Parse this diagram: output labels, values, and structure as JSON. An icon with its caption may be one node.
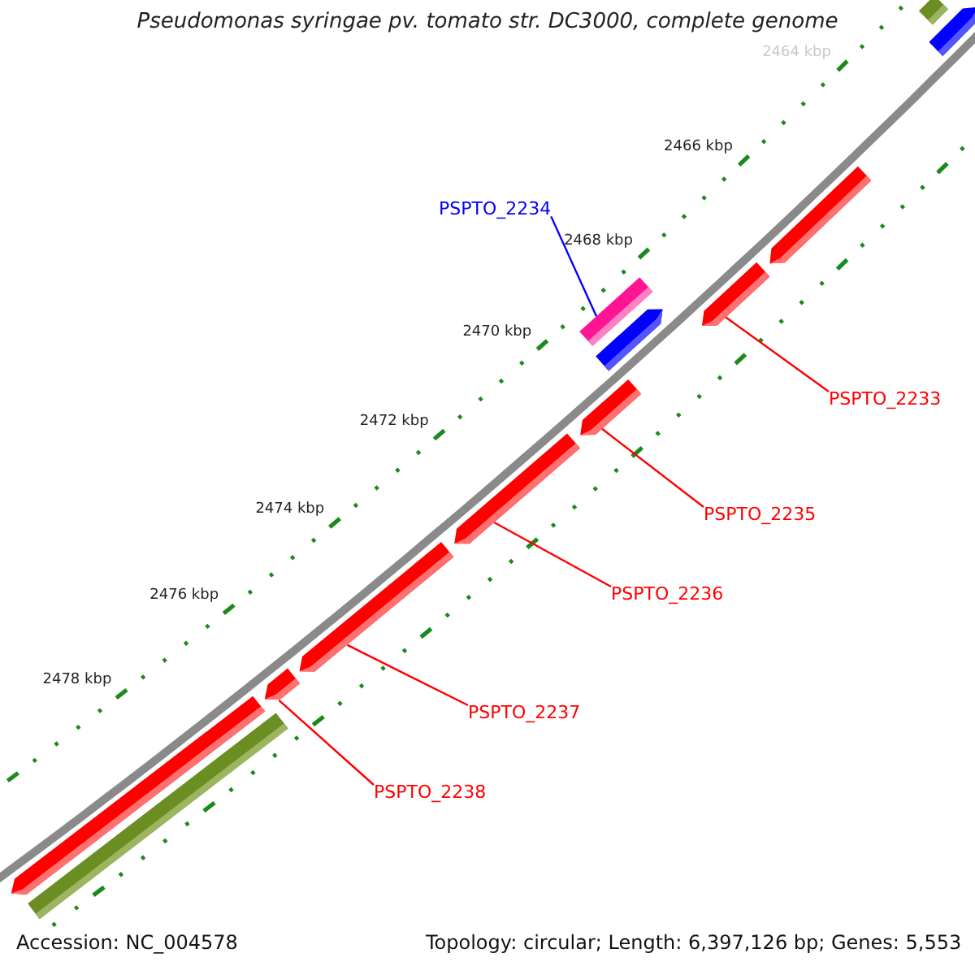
{
  "diagram": {
    "title": "Pseudomonas syringae pv. tomato str. DC3000, complete genome",
    "nodes": [
      {
        "text": [],
        "shape": "bar"
      },
      {
        "text": [],
        "shape": "bar"
      },
      {
        "text": [],
        "shape": "bar"
      },
      {
        "text": [
          "PSPTO_2234"
        ]
      },
      {
        "text": [],
        "shape": "bar"
      },
      {
        "text": [],
        "shape": "bar"
      },
      {
        "text": [],
        "shape": "bar"
      },
      {
        "text": [
          "PSPTO_2233"
        ]
      },
      {
        "text": [],
        "shape": "bar"
      },
      {
        "text": [
          "PSPTO_2235"
        ]
      },
      {
        "text": [],
        "shape": "bar"
      },
      {
        "text": [
          "PSPTO_2236"
        ]
      },
      {
        "text": [],
        "shape": "bar"
      },
      {
        "text": [
          "PSPTO_2237"
        ]
      },
      {
        "text": [],
        "shape": "bar"
      },
      {
        "text": [
          "PSPTO_2238"
        ]
      },
      {
        "text": [],
        "shape": "bar"
      },
      {
        "text": [],
        "shape": "bar"
      }
    ],
    "edges": [
      {
        "from": 3,
        "to": 4,
        "arrow": "none",
        "color": "#0000ff"
      },
      {
        "from": 7,
        "to": 6,
        "arrow": "none"
      },
      {
        "from": 9,
        "to": 8,
        "arrow": "none"
      },
      {
        "from": 11,
        "to": 10,
        "arrow": "none"
      },
      {
        "from": 13,
        "to": 12,
        "arrow": "none"
      },
      {
        "from": 15,
        "to": 14,
        "arrow": "none"
      }
    ],
    "labels": [
      "2464 kbp",
      "2466 kbp",
      "2468 kbp",
      "2470 kbp",
      "2472 kbp",
      "2474 kbp",
      "2476 kbp",
      "2478 kbp",
      "Accession: NC_004578",
      "Topology: circular; Length: 6,397,126 bp; Genes: 5,553"
    ]
  }
}
